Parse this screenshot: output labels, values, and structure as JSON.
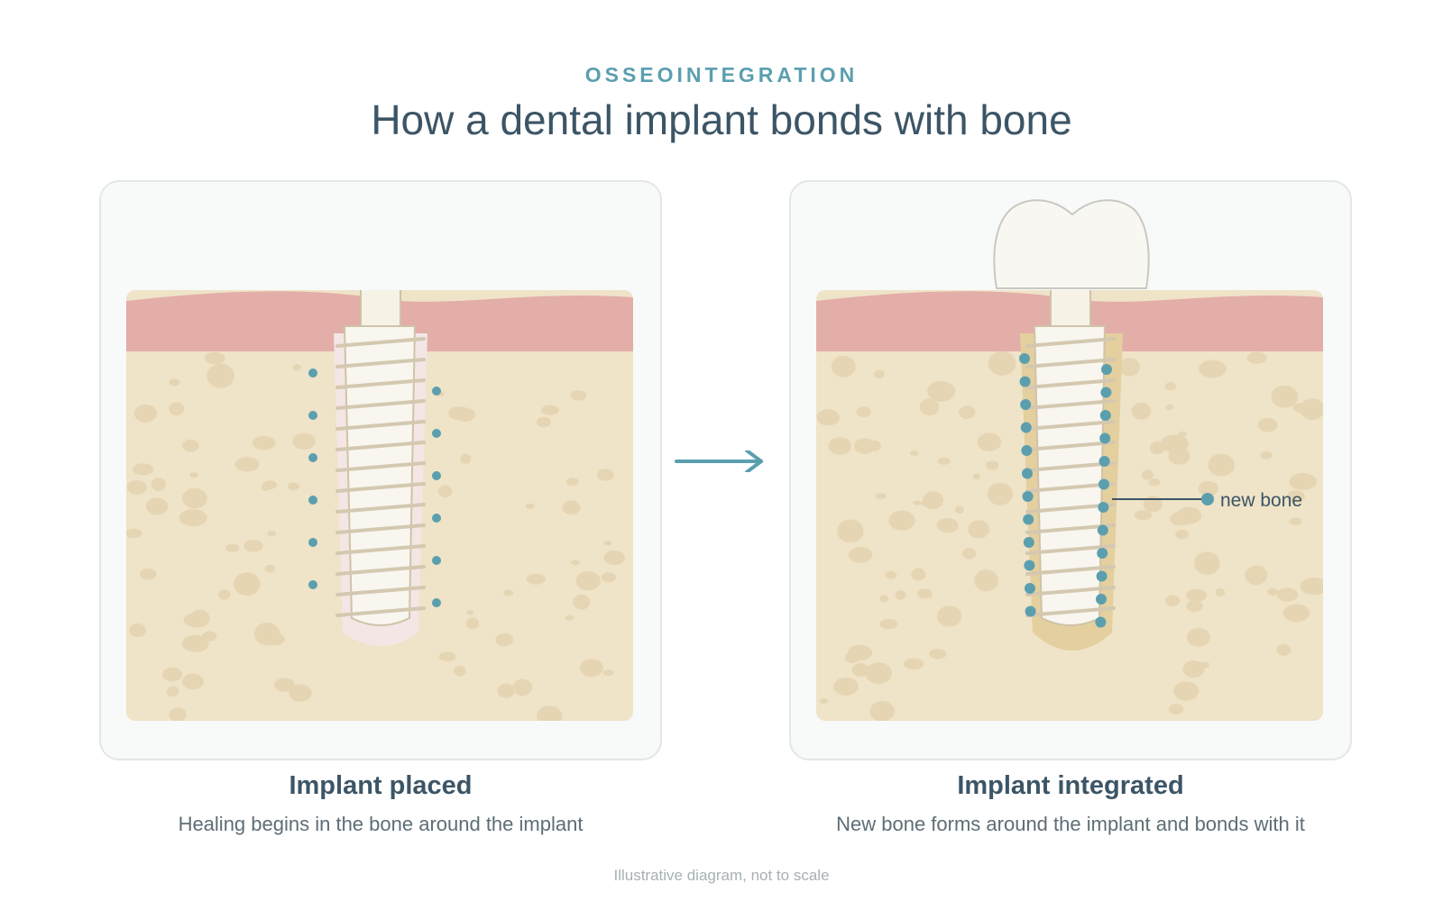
{
  "header": {
    "eyebrow": "OSSEOINTEGRATION",
    "title": "How a dental implant bonds with bone"
  },
  "panels": [
    {
      "title": "Implant placed",
      "subtitle": "Healing begins in the bone around the implant"
    },
    {
      "title": "Implant integrated",
      "subtitle": "New bone forms around the implant and bonds with it",
      "callout": "new bone"
    }
  ],
  "footnote": "Illustrative diagram, not to scale",
  "colors": {
    "accent": "#5b9faf",
    "gum": "#e3ada8",
    "bone": "#efe3c8",
    "bone_speck": "#e6d5b3",
    "implant": "#f8f6ee",
    "thread": "#d4c8b0",
    "new_bone": "#e4cf9e",
    "healing_zone": "#f3e6e4",
    "heading": "#3c5566"
  },
  "icons": {
    "transition": "arrow-right-icon"
  }
}
